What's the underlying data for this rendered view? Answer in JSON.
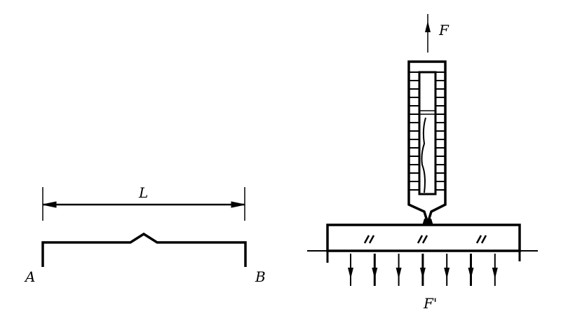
{
  "labels": {
    "length": "L",
    "end_a": "A",
    "end_b": "B",
    "force_top": "F",
    "force_bottom": "F'"
  },
  "colors": {
    "ink": "#000000",
    "background": "#ffffff"
  },
  "distributed_arrow_count": 7
}
